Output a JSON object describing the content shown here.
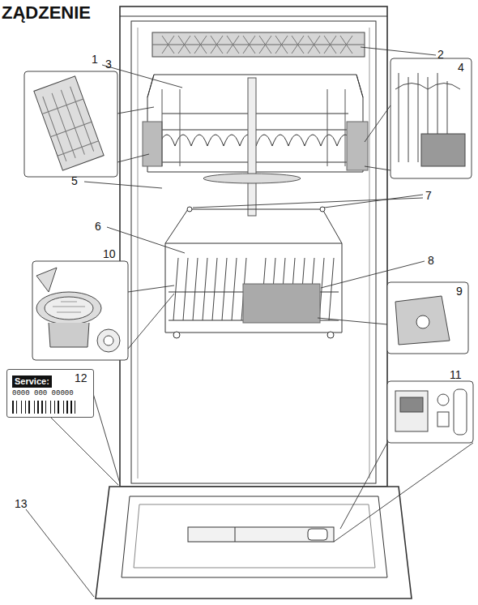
{
  "diagram": {
    "title": "ZĄDZENIE",
    "nodes": [
      {
        "text": [
          "Service:",
          "0000 000 00000"
        ]
      }
    ],
    "labels": [
      "1",
      "2",
      "3",
      "4",
      "5",
      "6",
      "7",
      "8",
      "9",
      "10",
      "11",
      "12",
      "13"
    ]
  }
}
